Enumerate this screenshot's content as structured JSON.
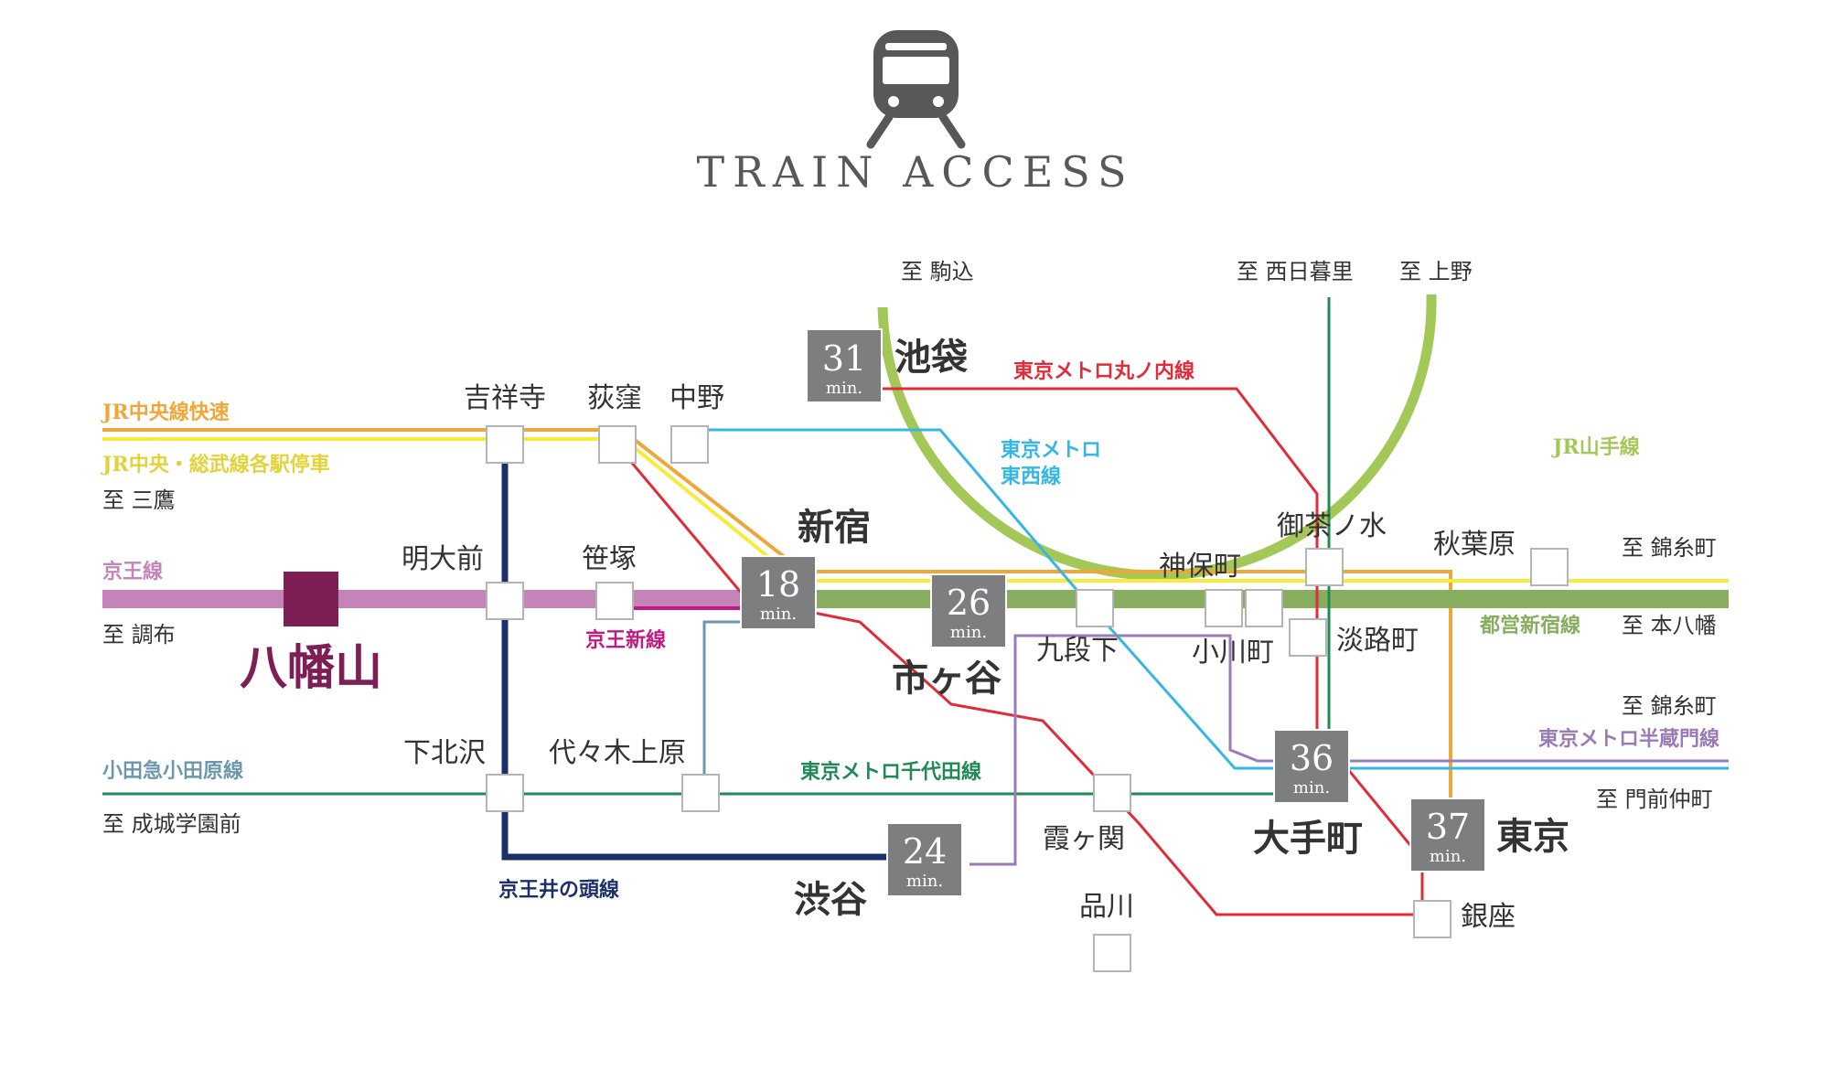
{
  "header": {
    "icon": "train-icon",
    "title": "TRAIN ACCESS"
  },
  "origin": {
    "name": "八幡山"
  },
  "colors": {
    "chuo_rapid": "#f0a73a",
    "chuo_sobu_local": "#f7ec3b",
    "keio": "#c584b8",
    "keio_new": "#c21a84",
    "odakyu": "#6c97ad",
    "inokashira": "#1c2f6b",
    "yamanote": "#a3c858",
    "shinjuku_line": "#87ad5e",
    "marunouchi": "#e12b39",
    "tozai": "#35b7e5",
    "chiyoda": "#1f8a55",
    "hanzomon": "#9a7bb5",
    "origin": "#7d1f55",
    "badge": "#7d7e80",
    "icon": "#58585a"
  },
  "line_labels": {
    "chuo_rapid": "JR中央線快速",
    "chuo_sobu_local": "JR中央・総武線各駅停車",
    "keio": "京王線",
    "odakyu": "小田急小田原線",
    "keio_new": "京王新線",
    "inokashira": "京王井の頭線",
    "chiyoda": "東京メトロ千代田線",
    "marunouchi": "東京メトロ丸ノ内線",
    "tozai_1": "東京メトロ",
    "tozai_2": "東西線",
    "yamanote": "JR山手線",
    "shinjuku_line": "都営新宿線",
    "hanzomon": "東京メトロ半蔵門線"
  },
  "directions": {
    "mitaka": "至 三鷹",
    "chofu": "至 調布",
    "seijo": "至 成城学園前",
    "komagome": "至 駒込",
    "nishinippori": "至 西日暮里",
    "ueno": "至 上野",
    "kinshicho_1": "至 錦糸町",
    "motoyawata": "至 本八幡",
    "kinshicho_2": "至 錦糸町",
    "monzen": "至 門前仲町"
  },
  "stations": {
    "kichijoji": "吉祥寺",
    "ogikubo": "荻窪",
    "nakano": "中野",
    "meidaimae": "明大前",
    "sasazuka": "笹塚",
    "shimokitazawa": "下北沢",
    "yoyogiuehara": "代々木上原",
    "kudanshita": "九段下",
    "jimbocho": "神保町",
    "ochanomizu": "御茶ノ水",
    "akihabara": "秋葉原",
    "ogawamachi": "小川町",
    "awajicho": "淡路町",
    "kasumigaseki": "霞ヶ関",
    "shinagawa": "品川",
    "ginza": "銀座"
  },
  "hubs": [
    {
      "name": "池袋",
      "minutes": "31",
      "unit": "min."
    },
    {
      "name": "新宿",
      "minutes": "18",
      "unit": "min."
    },
    {
      "name": "市ヶ谷",
      "minutes": "26",
      "unit": "min."
    },
    {
      "name": "渋谷",
      "minutes": "24",
      "unit": "min."
    },
    {
      "name": "大手町",
      "minutes": "36",
      "unit": "min."
    },
    {
      "name": "東京",
      "minutes": "37",
      "unit": "min."
    }
  ]
}
